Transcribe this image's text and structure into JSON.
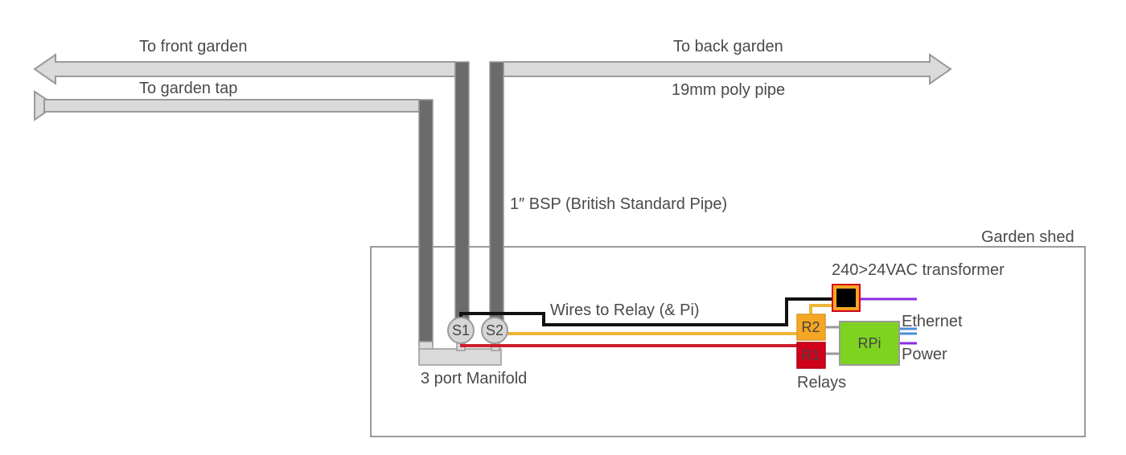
{
  "labels": {
    "front_garden": "To front garden",
    "garden_tap": "To garden tap",
    "back_garden": "To back garden",
    "poly_pipe": "19mm poly pipe",
    "bsp": "1″ BSP (British Standard Pipe)",
    "shed": "Garden shed",
    "transformer": "240>24VAC transformer",
    "wires": "Wires to Relay (& Pi)",
    "ethernet": "Ethernet",
    "power": "Power",
    "manifold": "3 port Manifold",
    "relays": "Relays"
  },
  "nodes": {
    "s1": "S1",
    "s2": "S2",
    "r2": "R2",
    "r1": "R1",
    "rpi": "RPi"
  },
  "colors": {
    "pipe_fill": "#dadada",
    "pipe_stroke": "#9a9a9a",
    "bsp_pipe": "#6b6b6b",
    "wire_black": "#111111",
    "wire_yellow": "#f0b434",
    "wire_red": "#cc1e2e",
    "wire_purple": "#8a2be2",
    "wire_blue": "#4a8fd8",
    "rpi_green": "#7ed321",
    "relay_orange": "#f5a623",
    "relay_red": "#d0021b"
  }
}
